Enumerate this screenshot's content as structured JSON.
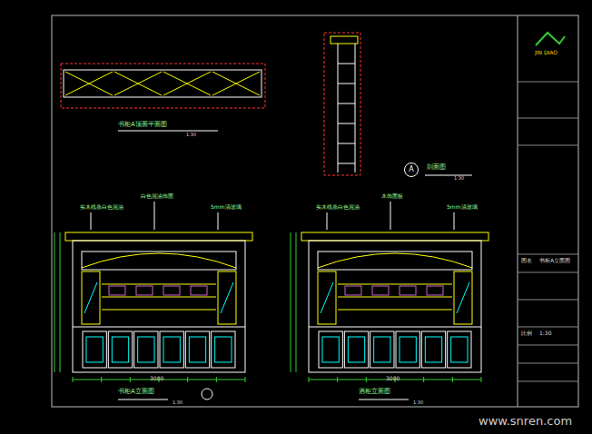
{
  "diagram": {
    "nodes": [
      {
        "text": [
          "A"
        ]
      }
    ],
    "labels": [
      "书柜A顶面平面图",
      "1:30",
      "剖面图",
      "1:30",
      "书柜A立面图",
      "1:30",
      "酒柜立面图",
      "1:30",
      "实木线条白色混油",
      "白色混油饰面",
      "5mm清玻璃",
      "实木线条白色混油",
      "木饰面板",
      "5mm清玻璃",
      "3000",
      "3000",
      "JIN DIAO",
      "图名",
      "书柜A立面图",
      "比例",
      "1:30",
      "www.snren.com"
    ]
  }
}
